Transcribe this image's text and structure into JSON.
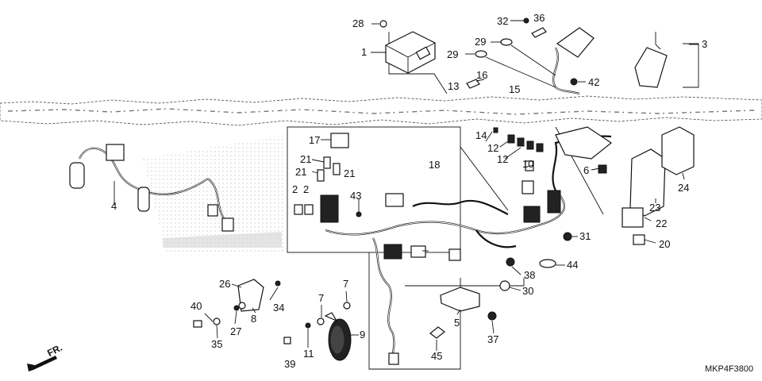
{
  "diagram_code": "MKP4F3800",
  "direction_label": "FR.",
  "callouts": [
    "1",
    "2",
    "2",
    "3",
    "4",
    "5",
    "6",
    "7",
    "7",
    "8",
    "9",
    "10",
    "11",
    "12",
    "12",
    "13",
    "14",
    "15",
    "16",
    "17",
    "18",
    "20",
    "21",
    "21",
    "21",
    "22",
    "23",
    "24",
    "26",
    "27",
    "28",
    "29",
    "29",
    "30",
    "31",
    "32",
    "34",
    "35",
    "36",
    "37",
    "38",
    "39",
    "40",
    "42",
    "43",
    "44",
    "45"
  ],
  "colors": {
    "ink": "#111111",
    "paper": "#ffffff",
    "watermark": "#c8c8c8"
  }
}
